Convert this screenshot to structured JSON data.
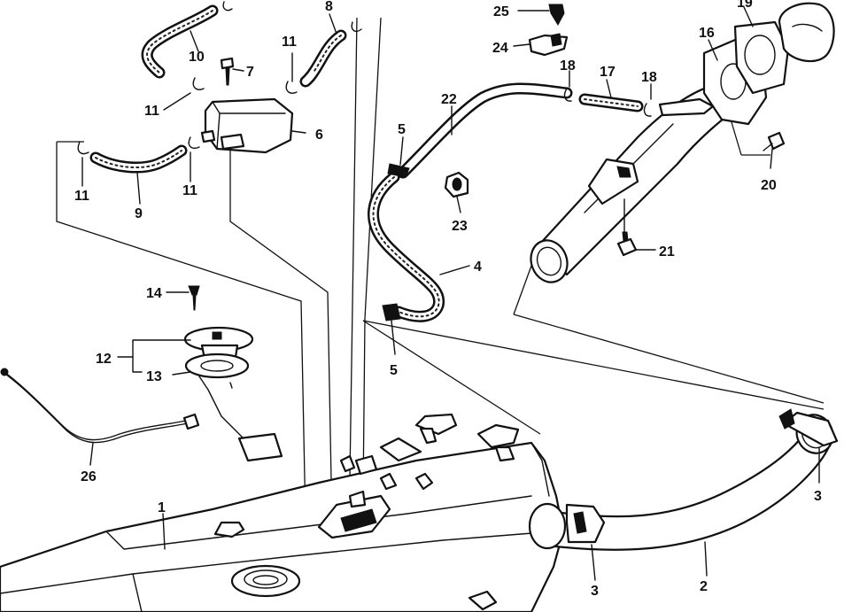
{
  "callouts": {
    "c1": "1",
    "c2": "2",
    "c3a": "3",
    "c3b": "3",
    "c4": "4",
    "c5a": "5",
    "c5b": "5",
    "c6": "6",
    "c7": "7",
    "c8": "8",
    "c9": "9",
    "c10": "10",
    "c11a": "11",
    "c11b": "11",
    "c11c": "11",
    "c11d": "11",
    "c12": "12",
    "c13": "13",
    "c14": "14",
    "c16": "16",
    "c17": "17",
    "c18a": "18",
    "c18b": "18",
    "c19": "19",
    "c20": "20",
    "c21": "21",
    "c22": "22",
    "c23": "23",
    "c24": "24",
    "c25": "25",
    "c26": "26"
  }
}
